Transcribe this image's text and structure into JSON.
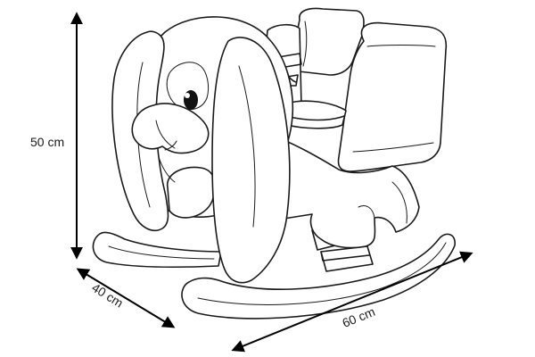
{
  "dimensions": {
    "height_label": "50 cm",
    "depth_label": "40 cm",
    "width_label": "60 cm"
  },
  "colors": {
    "line": "#1a1a1a",
    "background": "#ffffff"
  }
}
